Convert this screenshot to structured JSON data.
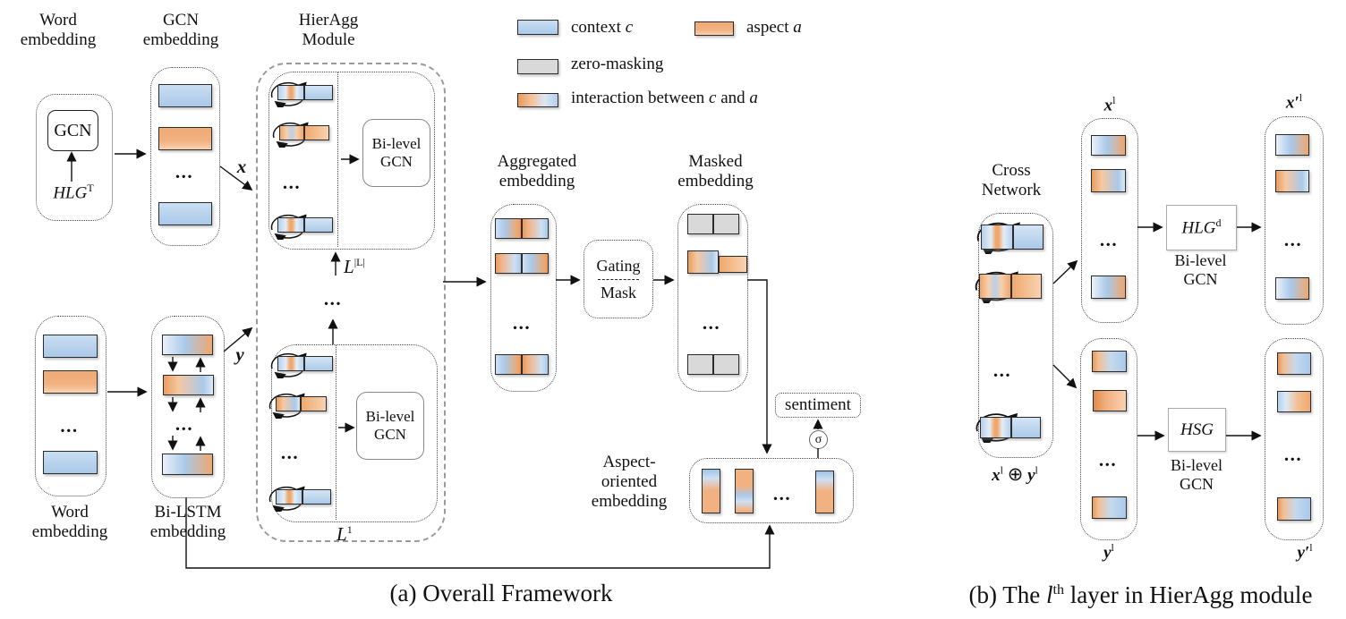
{
  "colors": {
    "context_blue": "#aac9e9",
    "aspect_orange": "#f2b181",
    "zero_mask_gray": "#d9d9d9",
    "bar_border": "#2b2b2b"
  },
  "ellipsis": "...",
  "legend": {
    "context": {
      "text": "context ",
      "var": "c"
    },
    "aspect": {
      "text": "aspect ",
      "var": "a"
    },
    "zero": {
      "text": "zero-masking"
    },
    "interaction": {
      "t1": "interaction between ",
      "v1": "c",
      "t2": " and ",
      "v2": "a"
    }
  },
  "panel_a": {
    "caption": "(a) Overall Framework",
    "word_embedding_top": {
      "l1": "Word",
      "l2": "embedding"
    },
    "gcn_embedding": {
      "l1": "GCN",
      "l2": "embedding"
    },
    "hieragg": {
      "l1": "HierAgg",
      "l2": "Module"
    },
    "gcn_box": "GCN",
    "hlg_t": {
      "base": "HLG",
      "sup": "T"
    },
    "x": "x",
    "y": "y",
    "bi_level_gcn": {
      "l1": "Bi-level",
      "l2": "GCN"
    },
    "l_top": {
      "base": "L",
      "sup": "|L|"
    },
    "l_bottom": {
      "base": "L",
      "sup": "1"
    },
    "aggregated": {
      "l1": "Aggregated",
      "l2": "embedding"
    },
    "gating": "Gating",
    "mask": "Mask",
    "masked": {
      "l1": "Masked",
      "l2": "embedding"
    },
    "sentiment": "sentiment",
    "sigma": "σ",
    "aspect_oriented": {
      "l1": "Aspect-",
      "l2": "oriented",
      "l3": "embedding"
    },
    "word_embedding_bottom": {
      "l1": "Word",
      "l2": "embedding"
    },
    "bilstm": {
      "l1": "Bi-LSTM",
      "l2": "embedding"
    }
  },
  "panel_b": {
    "caption": {
      "t1": "(b) The ",
      "var": "l",
      "sup": "th",
      "t2": " layer in HierAgg module"
    },
    "cross_network": {
      "l1": "Cross",
      "l2": "Network"
    },
    "x_l": {
      "base": "x",
      "sup": "l"
    },
    "x_l_out": {
      "base": "x′",
      "sup": "l"
    },
    "y_l": {
      "base": "y",
      "sup": "l"
    },
    "y_l_out": {
      "base": "y′",
      "sup": "l"
    },
    "hlg_d": {
      "base": "HLG",
      "sup": "d"
    },
    "hsg": "HSG",
    "bi_level_gcn": {
      "l1": "Bi-level",
      "l2": "GCN"
    },
    "sum": {
      "x": "x",
      "x_sup": "l",
      "op": "⊕",
      "y": "y",
      "y_sup": "l"
    }
  }
}
